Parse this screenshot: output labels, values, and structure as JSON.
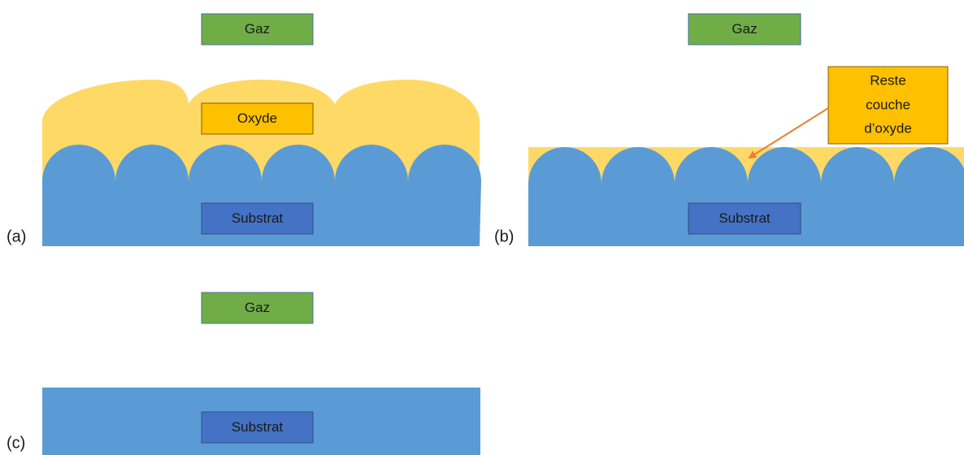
{
  "panels": [
    {
      "label": "(a)",
      "gas": "Gaz",
      "oxide": "Oxyde",
      "substrate": "Substrat"
    },
    {
      "label": "(b)",
      "gas": "Gaz",
      "residue_line1": "Reste",
      "residue_line2": "couche",
      "residue_line3": "d’oxyde",
      "substrate": "Substrat"
    },
    {
      "label": "(c)",
      "gas": "Gaz",
      "substrate": "Substrat"
    }
  ],
  "colors": {
    "gas": "#70AD47",
    "oxide_layer": "#FFD966",
    "oxide_box": "#FFC000",
    "substrate": "#5B9BD5",
    "substrate_box": "#4472C4",
    "arrow": "#ED7D31"
  }
}
